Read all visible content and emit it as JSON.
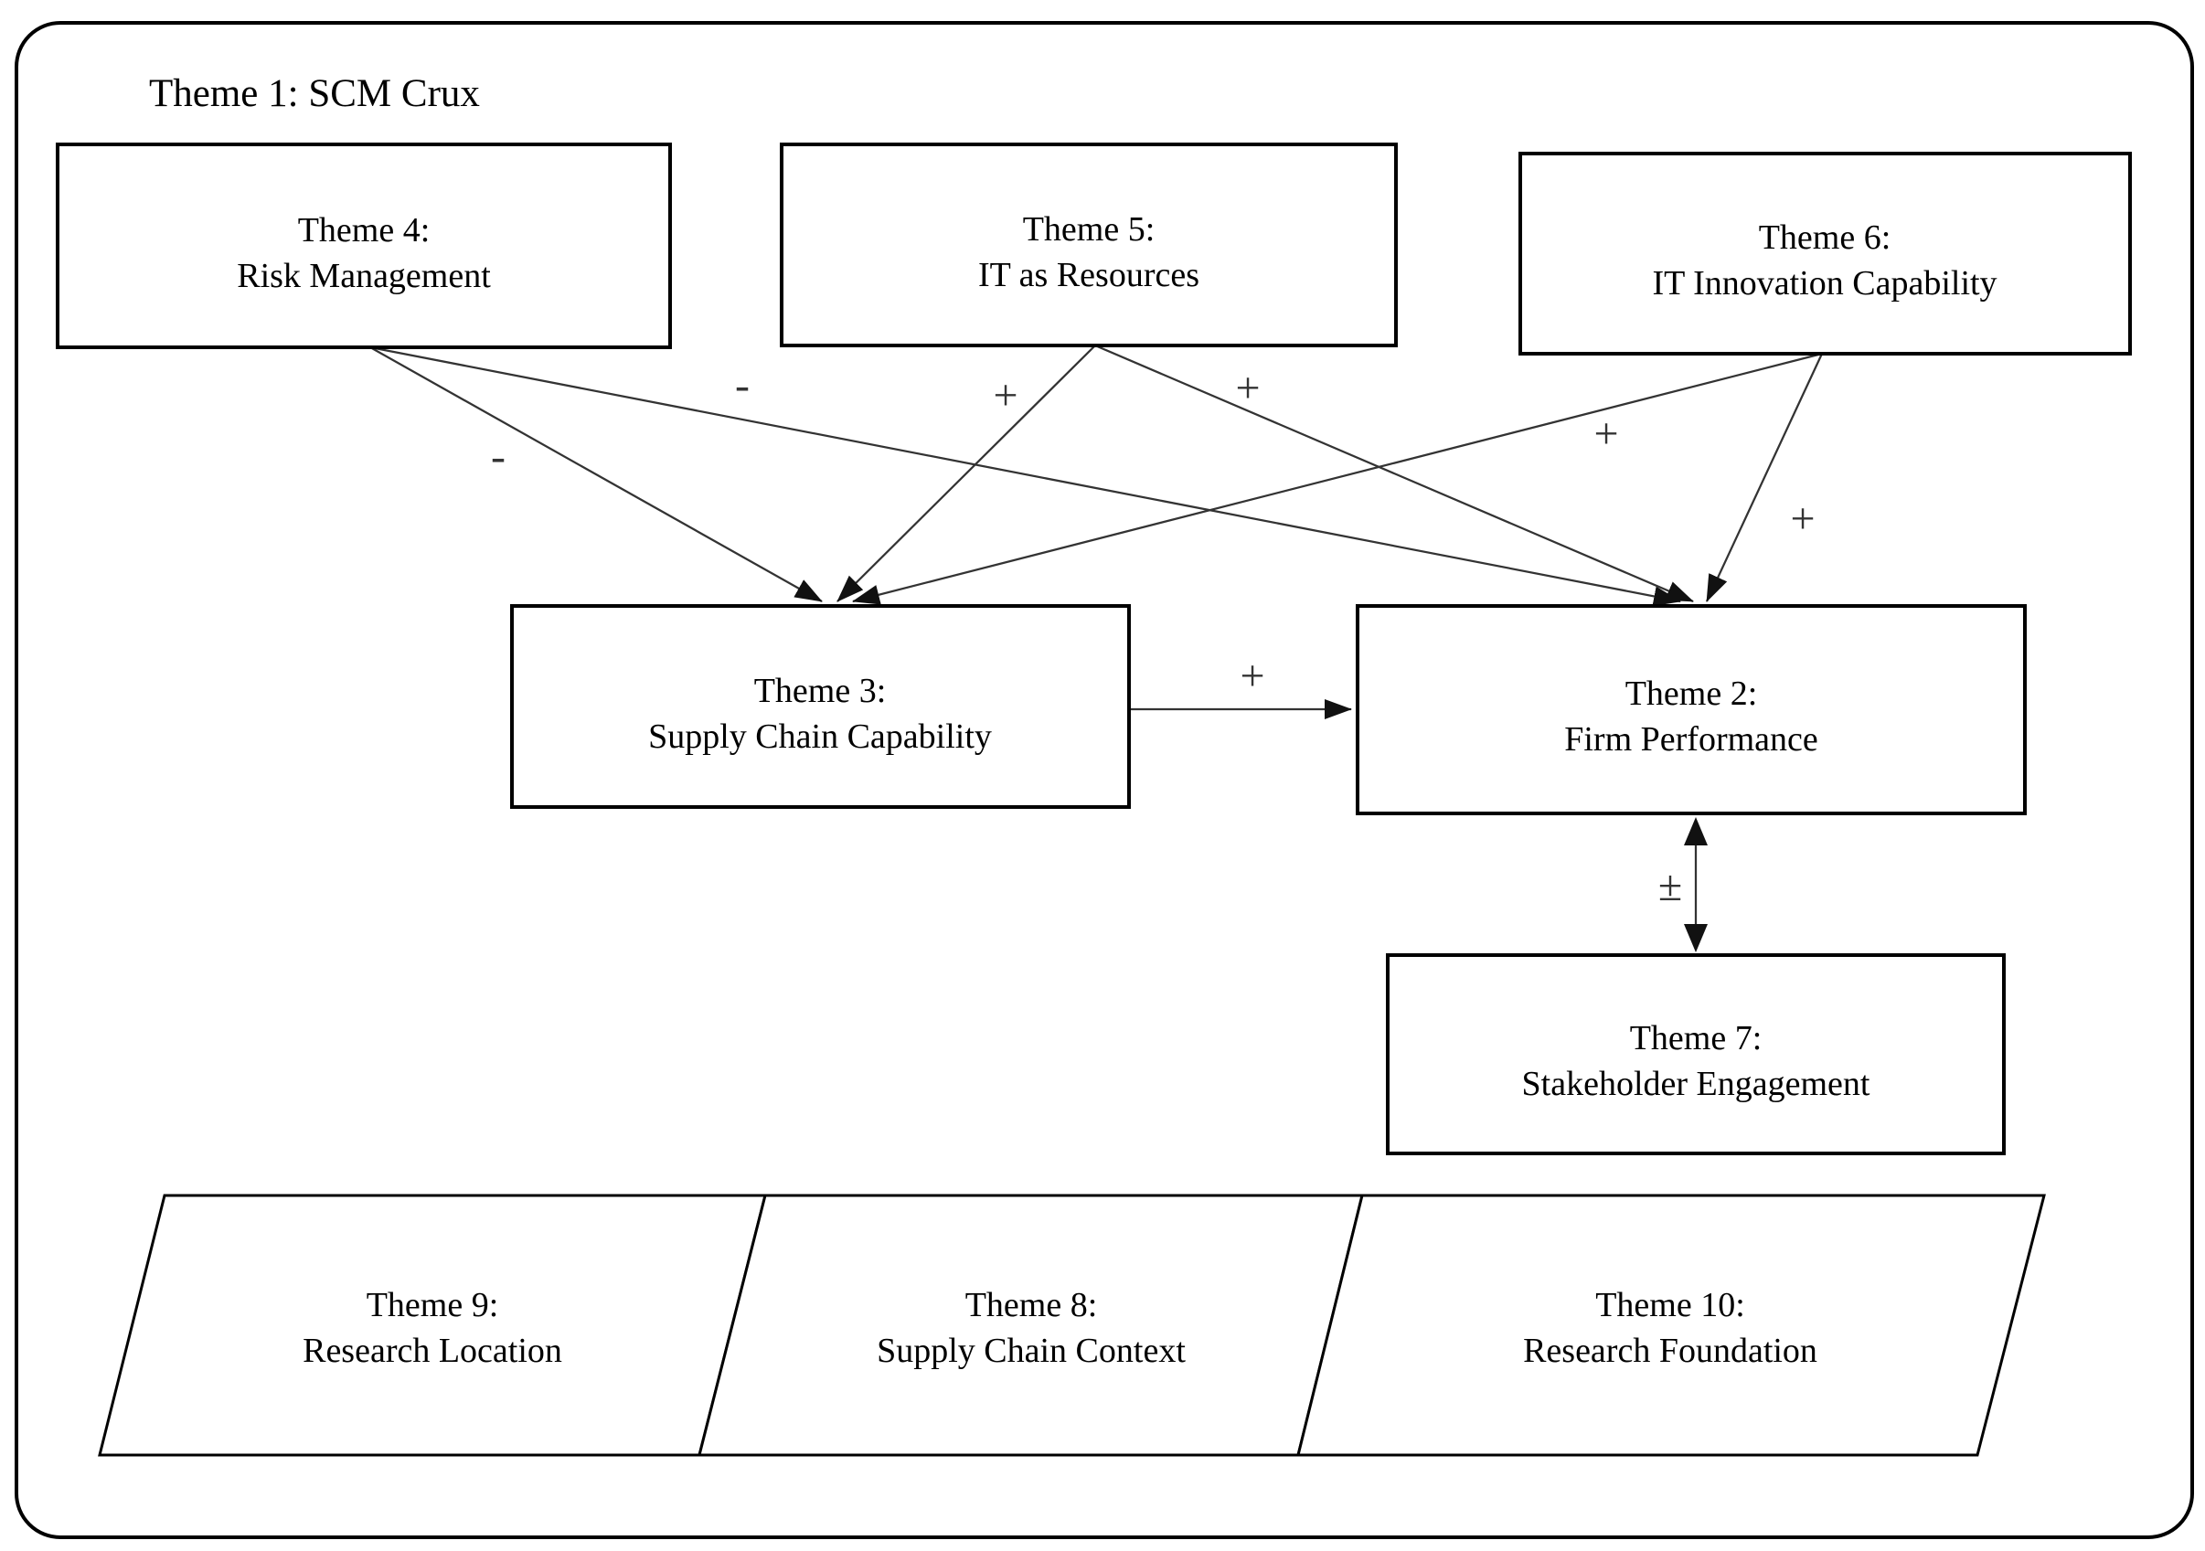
{
  "diagram": {
    "title_label": "Theme 1: SCM Crux",
    "colors": {
      "background": "#ffffff",
      "ink": "#000000",
      "connector": "#333333"
    },
    "nodes": {
      "theme4": {
        "line1": "Theme 4:",
        "line2": "Risk Management",
        "shape": "rectangle"
      },
      "theme5": {
        "line1": "Theme 5:",
        "line2": "IT as Resources",
        "shape": "rectangle"
      },
      "theme6": {
        "line1": "Theme 6:",
        "line2": "IT Innovation Capability",
        "shape": "rectangle"
      },
      "theme3": {
        "line1": "Theme 3:",
        "line2": "Supply Chain Capability",
        "shape": "rectangle"
      },
      "theme2": {
        "line1": "Theme 2:",
        "line2": "Firm Performance",
        "shape": "rectangle"
      },
      "theme7": {
        "line1": "Theme 7:",
        "line2": "Stakeholder Engagement",
        "shape": "rectangle"
      },
      "theme9": {
        "line1": "Theme 9:",
        "line2": "Research Location",
        "shape": "parallelogram"
      },
      "theme8": {
        "line1": "Theme 8:",
        "line2": "Supply Chain Context",
        "shape": "parallelogram"
      },
      "theme10": {
        "line1": "Theme 10:",
        "line2": "Research Foundation",
        "shape": "parallelogram"
      }
    },
    "edges": {
      "t4_to_t3": {
        "from": "theme4",
        "to": "theme3",
        "sign": "-",
        "direction": "one-way"
      },
      "t4_to_t2": {
        "from": "theme4",
        "to": "theme2",
        "sign": "-",
        "direction": "one-way"
      },
      "t5_to_t3": {
        "from": "theme5",
        "to": "theme3",
        "sign": "+",
        "direction": "one-way"
      },
      "t5_to_t2": {
        "from": "theme5",
        "to": "theme2",
        "sign": "+",
        "direction": "one-way"
      },
      "t6_to_t3": {
        "from": "theme6",
        "to": "theme3",
        "sign": "+",
        "direction": "one-way"
      },
      "t6_to_t2": {
        "from": "theme6",
        "to": "theme2",
        "sign": "+",
        "direction": "one-way"
      },
      "t3_to_t2": {
        "from": "theme3",
        "to": "theme2",
        "sign": "+",
        "direction": "one-way"
      },
      "t2_t7": {
        "from": "theme2",
        "to": "theme7",
        "sign": "±",
        "direction": "two-way"
      }
    }
  }
}
